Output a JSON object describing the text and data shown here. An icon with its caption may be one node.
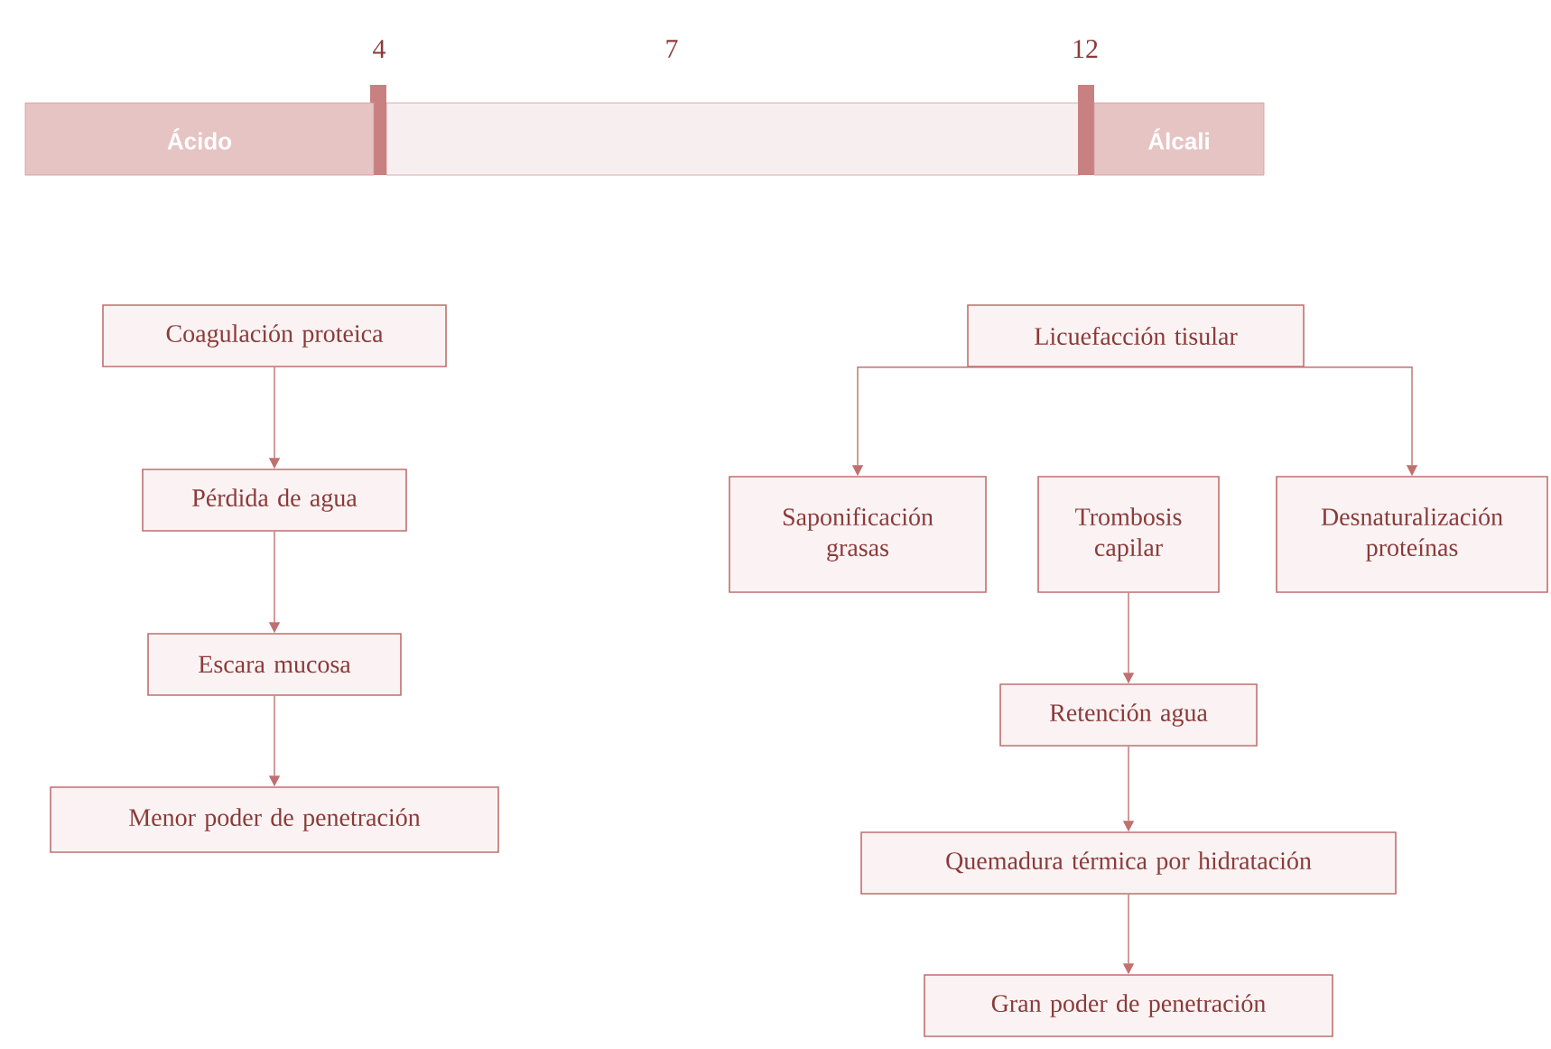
{
  "diagram": {
    "nodes": [
      {
        "text": [
          "Ácido"
        ]
      },
      {
        "text": [
          "Álcali"
        ]
      },
      {
        "text": [
          "Coagulación proteica"
        ]
      },
      {
        "text": [
          "Pérdida de agua"
        ]
      },
      {
        "text": [
          "Escara mucosa"
        ]
      },
      {
        "text": [
          "Menor poder de penetración"
        ]
      },
      {
        "text": [
          "Licuefacción tisular"
        ]
      },
      {
        "text": [
          "Saponificación grasas"
        ]
      },
      {
        "text": [
          "Trombosis capilar"
        ]
      },
      {
        "text": [
          "Desnaturalización proteínas"
        ]
      },
      {
        "text": [
          "Retención agua"
        ]
      },
      {
        "text": [
          "Quemadura térmica por hidratación"
        ]
      },
      {
        "text": [
          "Gran poder de penetración"
        ]
      }
    ],
    "edges": [
      {
        "from": 2,
        "to": 3,
        "arrow": "to"
      },
      {
        "from": 3,
        "to": 4,
        "arrow": "to"
      },
      {
        "from": 4,
        "to": 5,
        "arrow": "to"
      },
      {
        "from": 6,
        "to": 7,
        "arrow": "to"
      },
      {
        "from": 6,
        "to": 9,
        "arrow": "to"
      },
      {
        "from": 8,
        "to": 10,
        "arrow": "to"
      },
      {
        "from": 10,
        "to": 11,
        "arrow": "to"
      },
      {
        "from": 11,
        "to": 12,
        "arrow": "to"
      }
    ],
    "labels": [
      "4",
      "7",
      "12"
    ]
  }
}
